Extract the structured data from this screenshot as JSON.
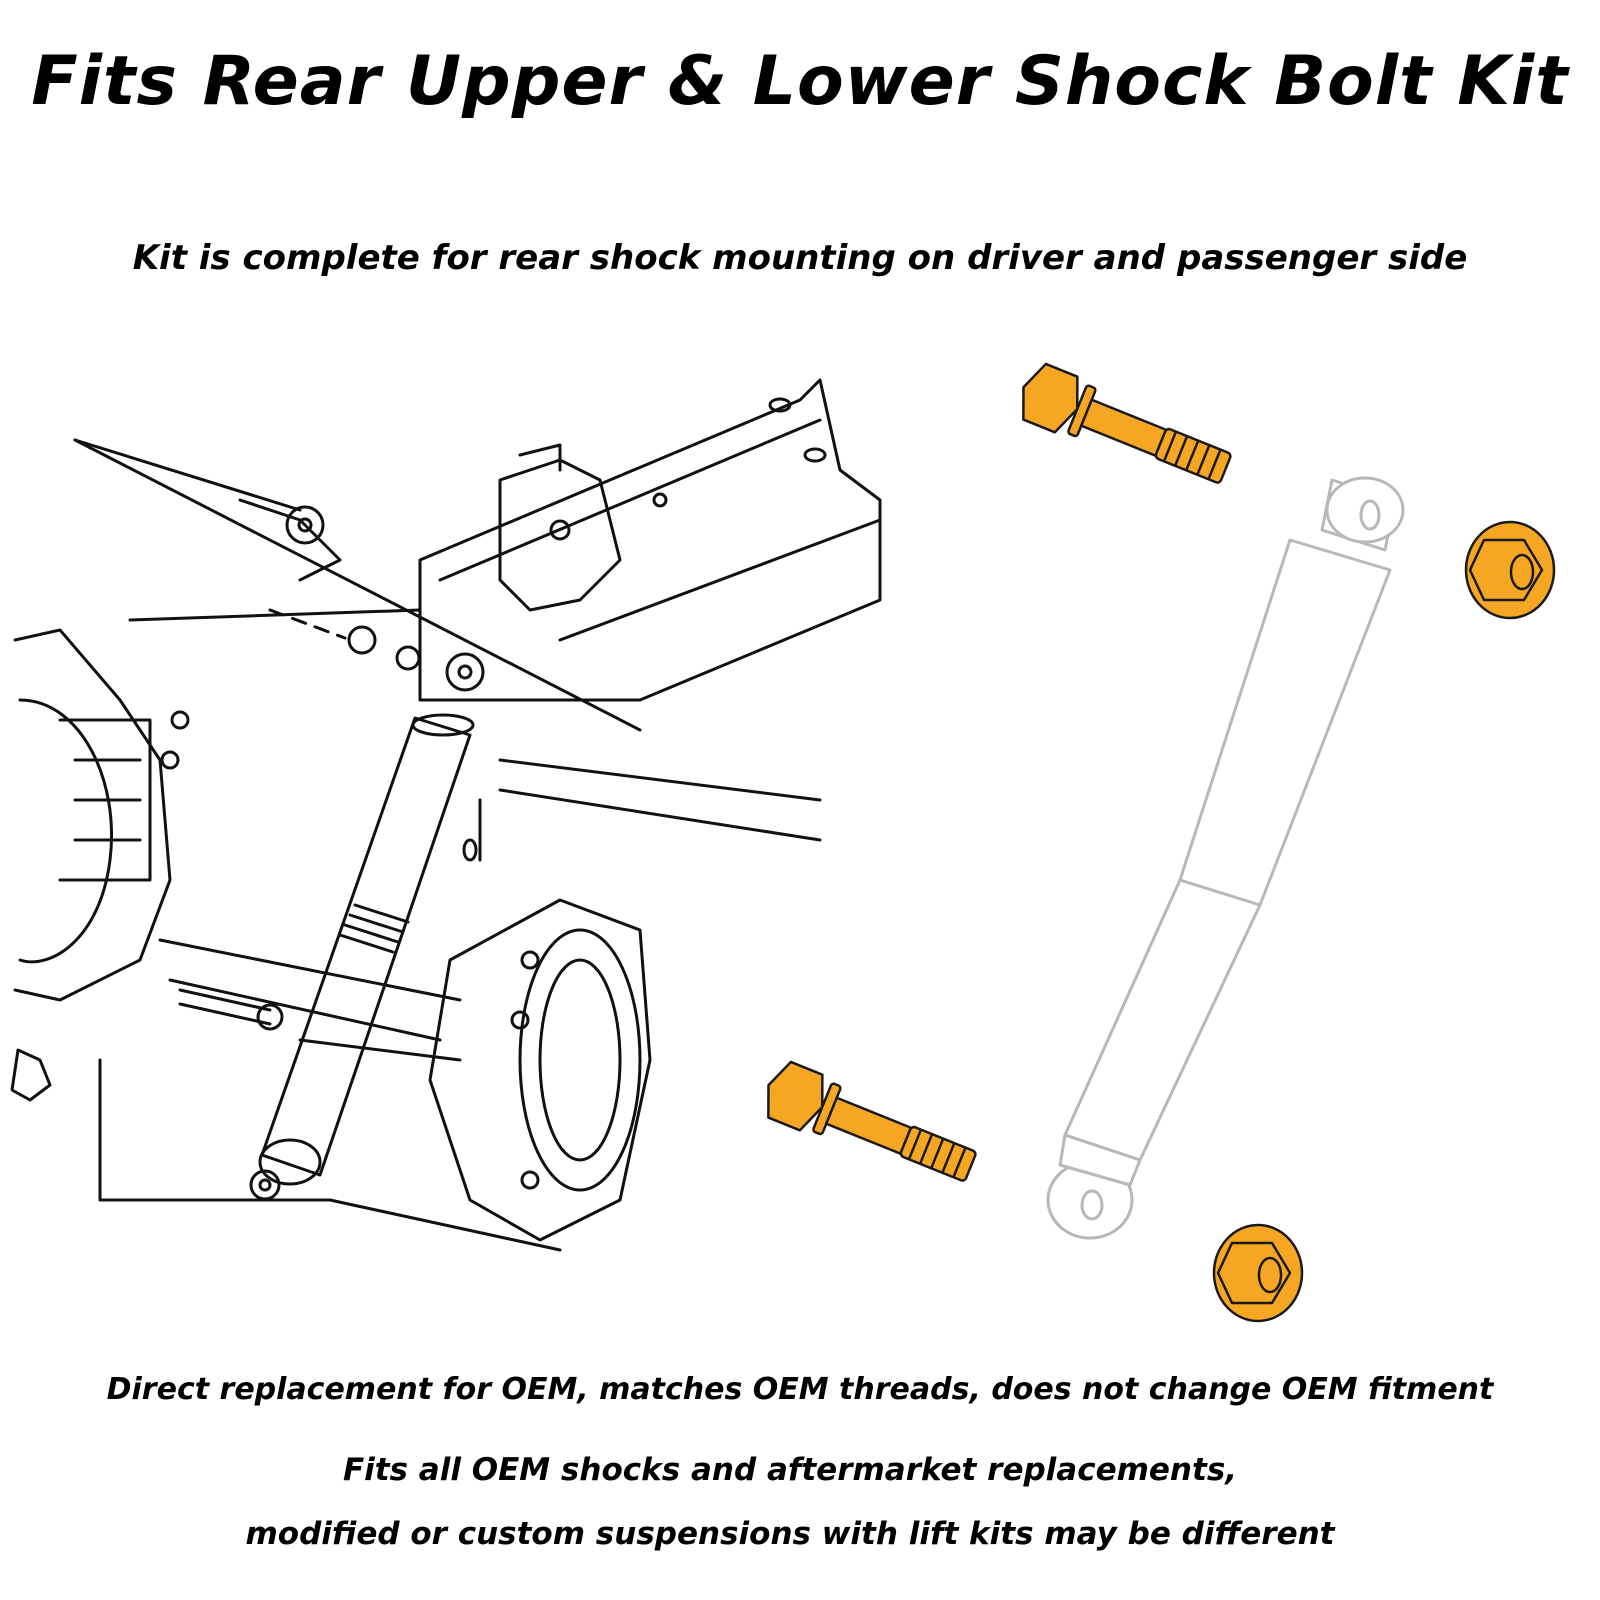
{
  "heading": {
    "title": "Fits Rear Upper & Lower Shock Bolt Kit",
    "subtitle": "Kit is complete for rear shock mounting on driver and passenger side"
  },
  "footer": {
    "line1": "Direct replacement for OEM, matches OEM threads, does not change OEM fitment",
    "line2": "Fits all OEM shocks and aftermarket replacements,",
    "line3": "modified or custom suspensions with lift kits may be different"
  },
  "colors": {
    "hardware": "#F5A623",
    "hardware_outline": "#1a1a1a",
    "shock_outline": "#b8b8b8",
    "line_art": "#111111"
  }
}
